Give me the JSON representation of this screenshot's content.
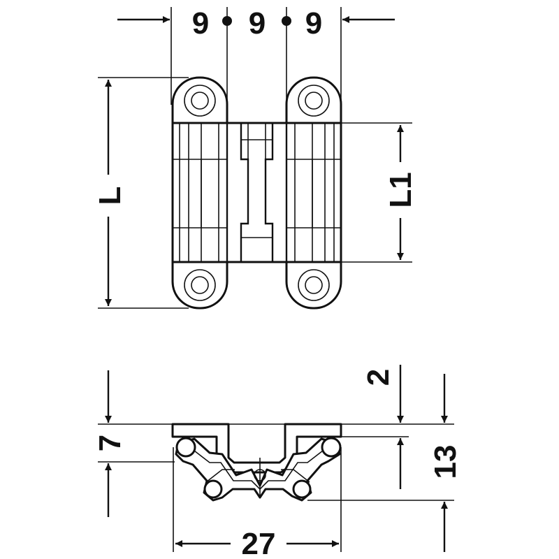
{
  "dimensions": {
    "width_upper_1": "9",
    "width_upper_2": "9",
    "width_upper_3": "9",
    "length": "L",
    "length_inner": "L1",
    "offset_top": "2",
    "depth_left": "7",
    "depth_total": "13",
    "width_total": "27"
  },
  "colors": {
    "line": "#111111",
    "background": "#ffffff"
  }
}
